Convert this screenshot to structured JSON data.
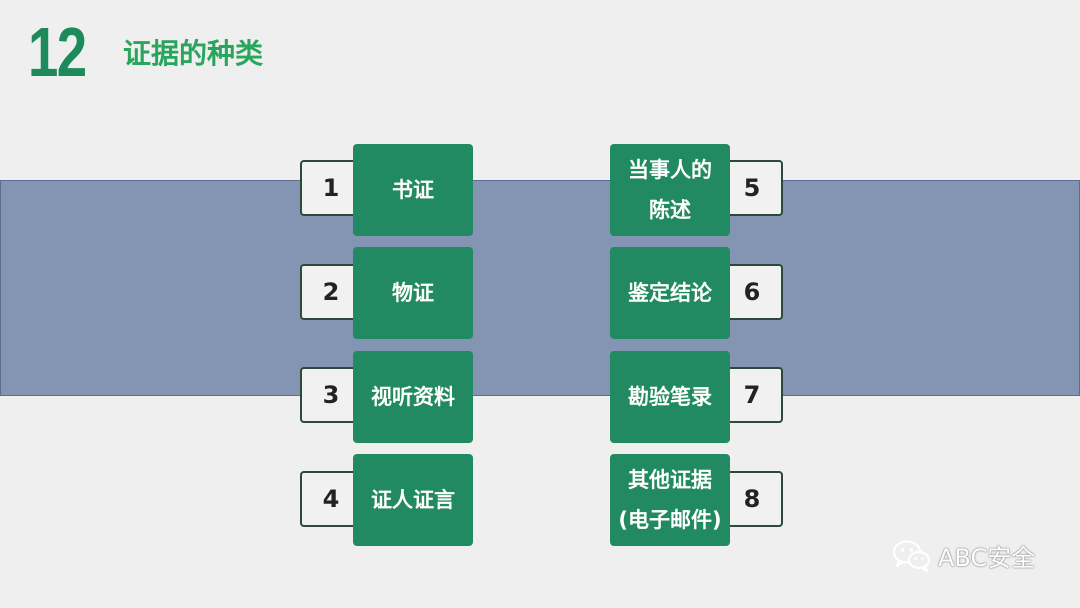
{
  "header": {
    "number": "12",
    "title": "证据的种类"
  },
  "left_items": [
    {
      "num": "1",
      "label": "书证"
    },
    {
      "num": "2",
      "label": "物证"
    },
    {
      "num": "3",
      "label": "视听资料"
    },
    {
      "num": "4",
      "label": "证人证言"
    }
  ],
  "right_items": [
    {
      "num": "5",
      "line1": "当事人的",
      "line2": "陈述"
    },
    {
      "num": "6",
      "line1": "鉴定结论",
      "line2": ""
    },
    {
      "num": "7",
      "line1": "勘验笔录",
      "line2": ""
    },
    {
      "num": "8",
      "line1": "其他证据",
      "line2": "(电子邮件)"
    }
  ],
  "watermark": {
    "icon": "wechat-icon",
    "text": "ABC安全"
  },
  "colors": {
    "accent_green": "#218a62",
    "title_green": "#2aa55e",
    "band_blue": "#8495b3"
  }
}
